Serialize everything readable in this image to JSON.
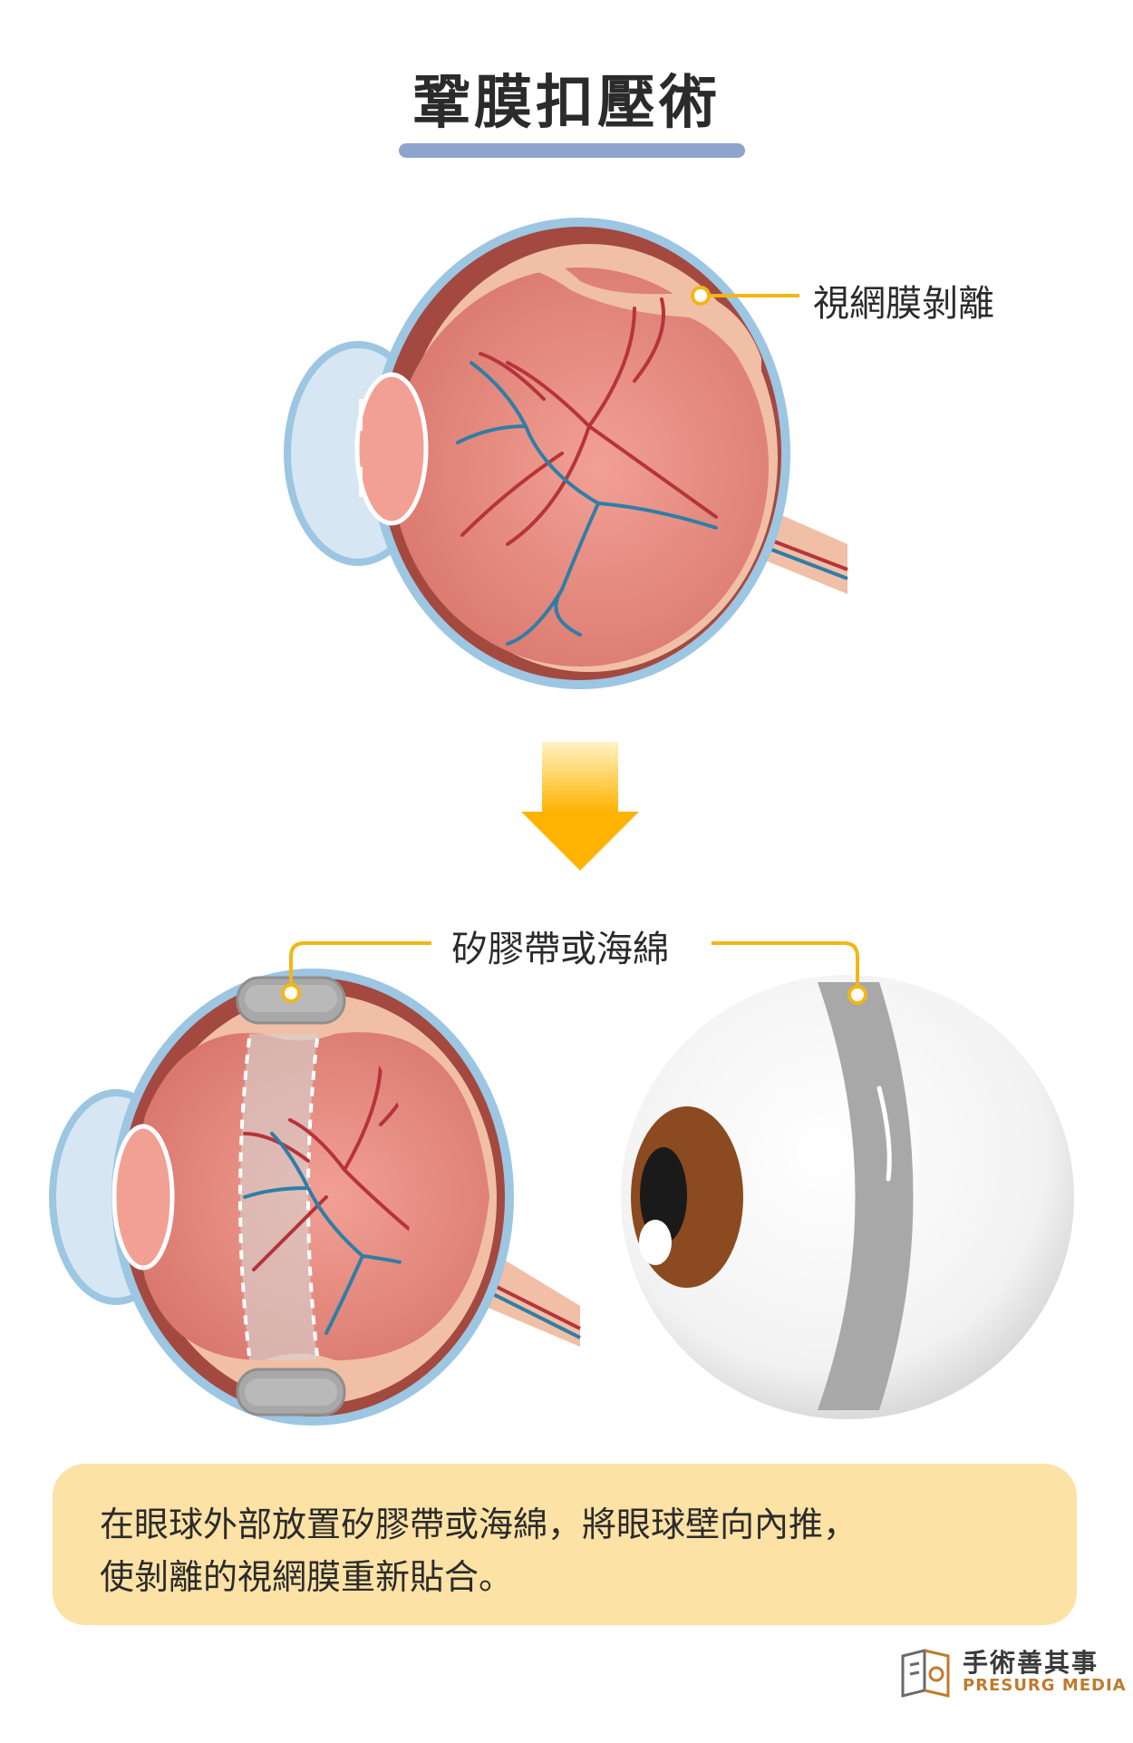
{
  "title": "鞏膜扣壓術",
  "labels": {
    "retinal_detachment": "視網膜剝離",
    "silicone_band": "矽膠帶或海綿"
  },
  "description": {
    "line1": "在眼球外部放置矽膠帶或海綿，將眼球壁向內推，",
    "line2": "使剝離的視網膜重新貼合。"
  },
  "logo": {
    "name": "手術善其事",
    "subtitle": "PRESURG MEDIA"
  },
  "colors": {
    "title_bar": "#8fa4cc",
    "callout": "#f2b616",
    "arrow": "#ffb300",
    "sclera_dark": "#a3493f",
    "retina_light": "#f0bfa6",
    "eye_inner": "#e58b80",
    "cornea": "#9cc6e2",
    "band_gray": "#a8a8a8",
    "iris": "#8b4a1f",
    "desc_background": "#fde2a6",
    "logo_accent": "#c17a2c"
  },
  "icons": [
    "down-arrow-icon",
    "presurg-logo-icon"
  ]
}
